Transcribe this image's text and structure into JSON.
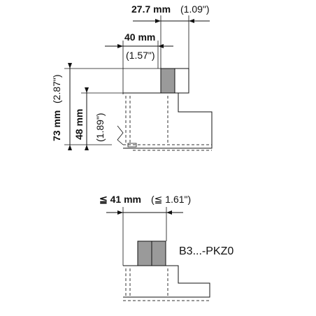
{
  "dimensions": {
    "top_width": {
      "value": "27.7 mm",
      "alt": "(1.09\")"
    },
    "mid_width": {
      "value": "40 mm",
      "alt": "(1.57\")"
    },
    "total_height": {
      "value": "73 mm",
      "alt": "(2.87\")"
    },
    "inner_height": {
      "value": "48 mm",
      "alt": "(1.89\")"
    },
    "bottom_width": {
      "value": "≦ 41 mm",
      "alt": "(≦ 1.61\")"
    }
  },
  "part_label": "B3...-PKZ0",
  "colors": {
    "line": "#111111",
    "block_fill": "#9a9a9a",
    "background": "#ffffff"
  }
}
